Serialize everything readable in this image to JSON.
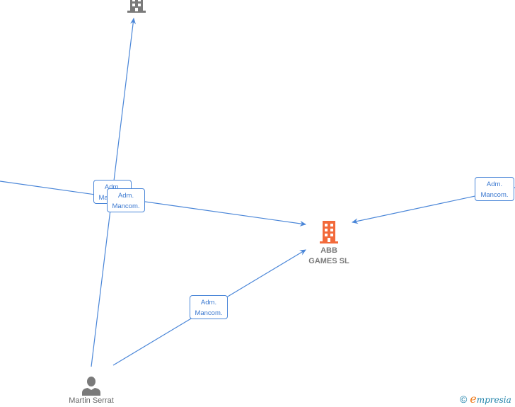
{
  "nodes": {
    "main_company": {
      "label_line1": "ABB",
      "label_line2": "GAMES  SL",
      "icon": "building-icon",
      "color": "#f26a3b"
    },
    "top_company": {
      "icon": "building-icon",
      "color": "#7a7a7a"
    },
    "person": {
      "label": "Martin Serrat",
      "icon": "person-icon",
      "color": "#7a7a7a"
    }
  },
  "edges": [
    {
      "label_line1": "Adm.",
      "label_line2": "Mancom."
    },
    {
      "label_line1": "Adm.",
      "label_line2": "Mancom."
    },
    {
      "label_line1": "Adm.",
      "label_line2": "Mancom."
    },
    {
      "label_line1": "Adm.",
      "label_line2": "Mancom."
    }
  ],
  "footer": {
    "copyright_symbol": "©",
    "brand_initial": "e",
    "brand_rest": "mpresia"
  },
  "colors": {
    "edge": "#4a86d8",
    "edge_label_text": "#3a78d0"
  }
}
